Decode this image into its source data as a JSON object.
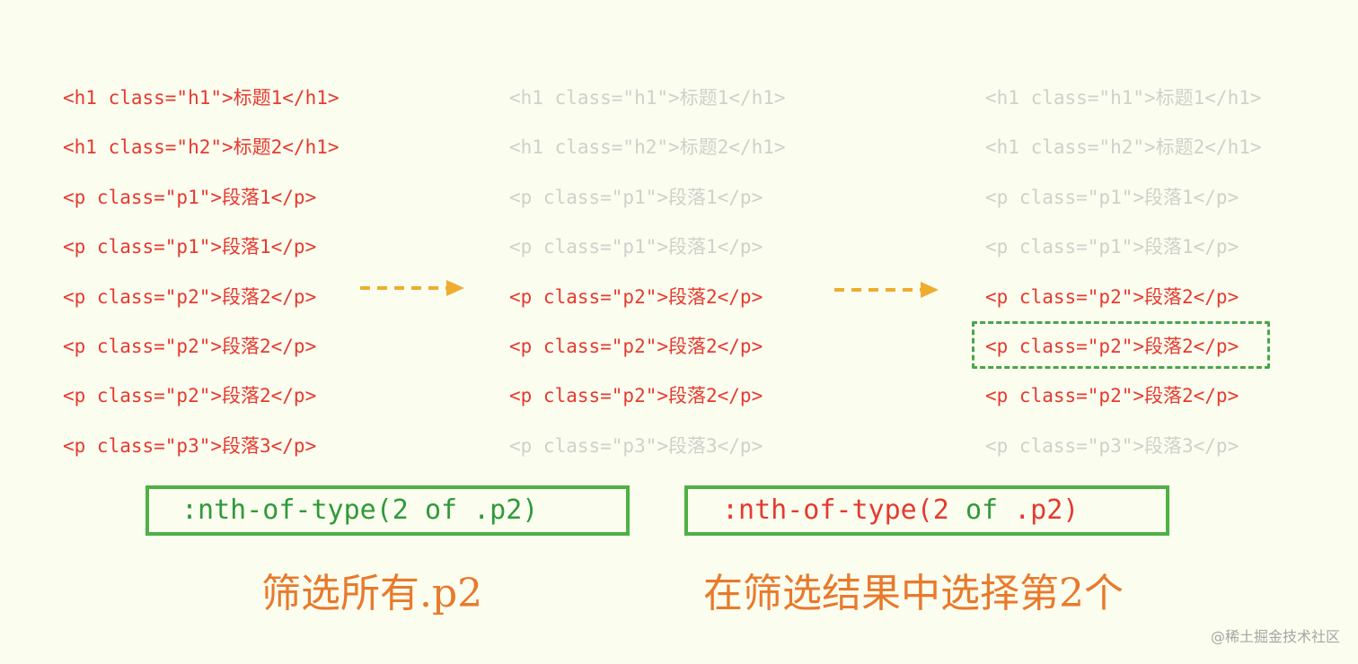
{
  "colors": {
    "active_code": "#e53a2e",
    "dim_code": "#d0d0cc",
    "arrow": "#efac2f",
    "selector_border": "#4fb046",
    "highlight_dashed": "#4aa54a",
    "caption": "#e87a2c",
    "background": "#fbfdef"
  },
  "columns": [
    {
      "lines": [
        {
          "text": "<h1 class=\"h1\">标题1</h1>",
          "active": true
        },
        {
          "text": "<h1 class=\"h2\">标题2</h1>",
          "active": true
        },
        {
          "text": "<p class=\"p1\">段落1</p>",
          "active": true
        },
        {
          "text": "<p class=\"p1\">段落1</p>",
          "active": true
        },
        {
          "text": "<p class=\"p2\">段落2</p>",
          "active": true
        },
        {
          "text": "<p class=\"p2\">段落2</p>",
          "active": true
        },
        {
          "text": "<p class=\"p2\">段落2</p>",
          "active": true
        },
        {
          "text": "<p class=\"p3\">段落3</p>",
          "active": true
        }
      ]
    },
    {
      "lines": [
        {
          "text": "<h1 class=\"h1\">标题1</h1>",
          "active": false
        },
        {
          "text": "<h1 class=\"h2\">标题2</h1>",
          "active": false
        },
        {
          "text": "<p class=\"p1\">段落1</p>",
          "active": false
        },
        {
          "text": "<p class=\"p1\">段落1</p>",
          "active": false
        },
        {
          "text": "<p class=\"p2\">段落2</p>",
          "active": true
        },
        {
          "text": "<p class=\"p2\">段落2</p>",
          "active": true
        },
        {
          "text": "<p class=\"p2\">段落2</p>",
          "active": true
        },
        {
          "text": "<p class=\"p3\">段落3</p>",
          "active": false
        }
      ]
    },
    {
      "lines": [
        {
          "text": "<h1 class=\"h1\">标题1</h1>",
          "active": false
        },
        {
          "text": "<h1 class=\"h2\">标题2</h1>",
          "active": false
        },
        {
          "text": "<p class=\"p1\">段落1</p>",
          "active": false
        },
        {
          "text": "<p class=\"p1\">段落1</p>",
          "active": false
        },
        {
          "text": "<p class=\"p2\">段落2</p>",
          "active": true
        },
        {
          "text": "<p class=\"p2\">段落2</p>",
          "active": true,
          "highlighted": true
        },
        {
          "text": "<p class=\"p2\">段落2</p>",
          "active": true
        },
        {
          "text": "<p class=\"p3\">段落3</p>",
          "active": false
        }
      ]
    }
  ],
  "selectors": [
    {
      "prefix": ":nth-of-type(2 ",
      "mid": "of",
      "suffix": " .p2)"
    },
    {
      "prefix": ":nth-of-type(2 ",
      "mid": "of",
      "suffix": " .p2)"
    }
  ],
  "captions": {
    "first": "筛选所有.p2",
    "second": "在筛选结果中选择第2个"
  },
  "watermark": "@稀土掘金技术社区"
}
